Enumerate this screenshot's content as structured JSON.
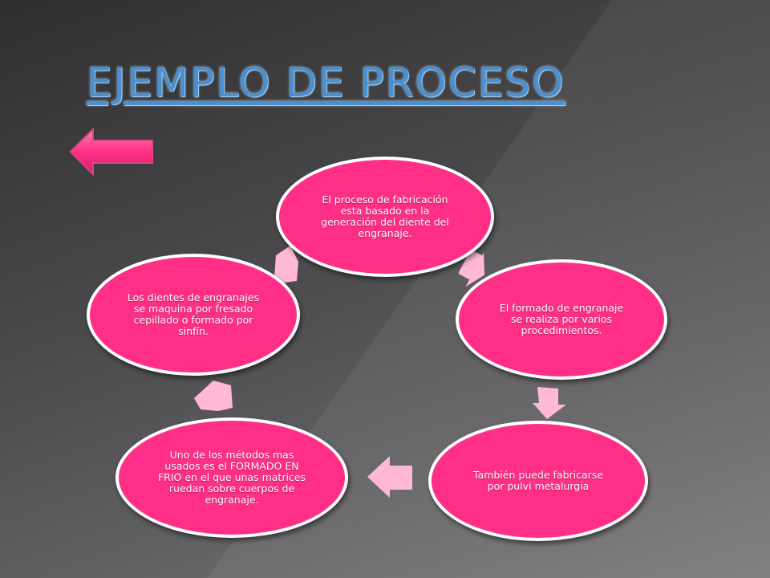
{
  "slide": {
    "title": "EJEMPLO DE PROCESO",
    "back_icon": "left-arrow-icon",
    "accent_color": "#ff2e87",
    "title_color": "#4a8fcf"
  },
  "cycle": {
    "nodes": [
      {
        "text": "El proceso de fabricación esta basado en la generación del diente del engranaje."
      },
      {
        "text": "El  formado de engranaje se realiza por varios procedimientos."
      },
      {
        "text": "También puede fabricarse por pulvi metalurgia"
      },
      {
        "text": "Uno de los métodos mas usados es el FORMADO EN FRIO en el que unas matrices ruedan sobre cuerpos de engranaje."
      },
      {
        "text": "Los dientes de engranajes  se maquina por fresado cepillado o formado por sinfín."
      }
    ],
    "connector_icon": "arrow-connector-icon",
    "connector_color": "#ffb8d6"
  }
}
